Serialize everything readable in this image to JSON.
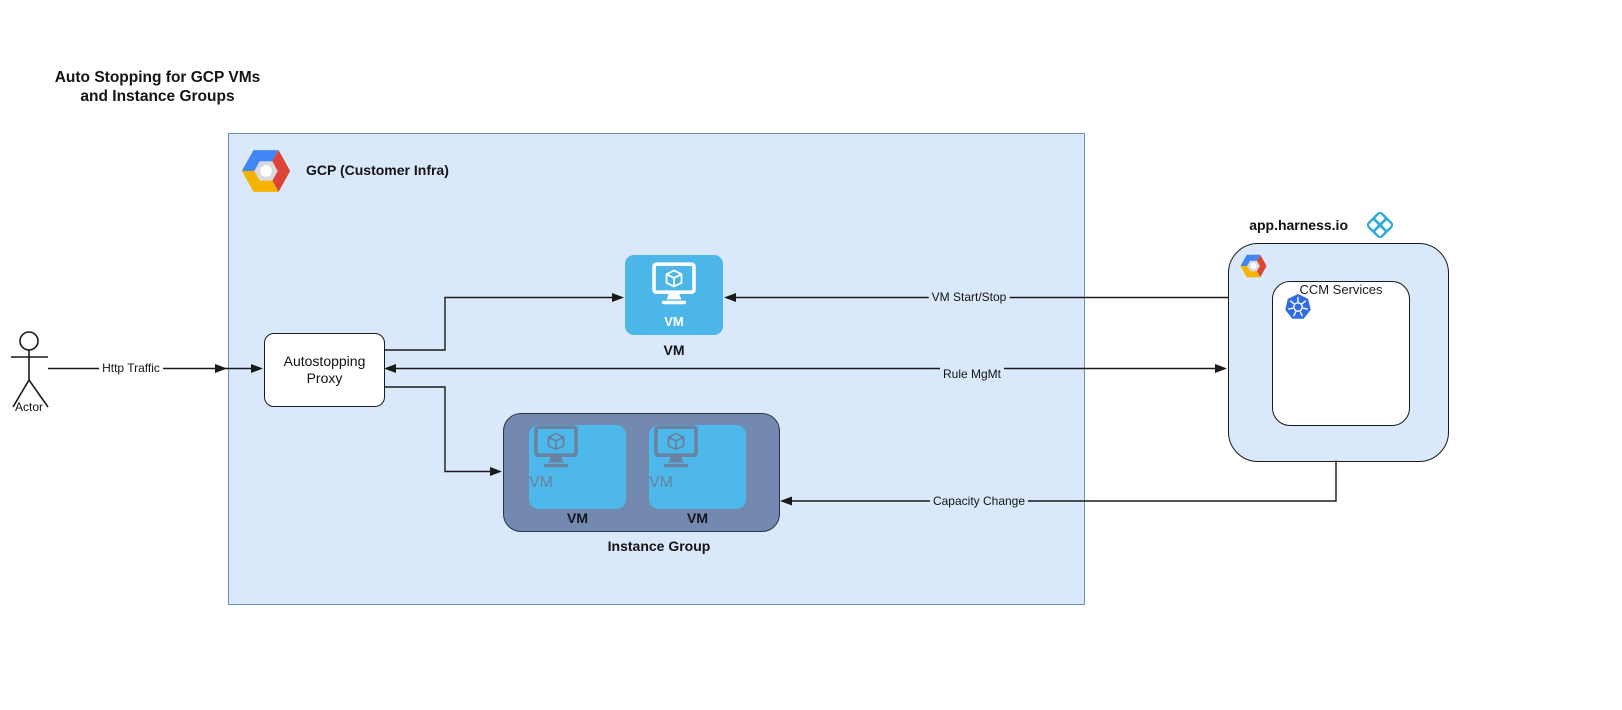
{
  "title": "Auto Stopping for GCP VMs\nand Instance Groups",
  "actor": {
    "label": "Actor"
  },
  "gcp_container": {
    "label": "GCP (Customer Infra)",
    "logo_icon": "gcp-hexagon-logo"
  },
  "proxy": {
    "label": "Autostopping\nProxy"
  },
  "vm_node": {
    "icon": "vm-monitor-icon",
    "icon_label": "VM",
    "caption": "VM"
  },
  "instance_group": {
    "caption": "Instance Group",
    "vms": [
      {
        "icon": "vm-monitor-icon",
        "icon_label": "VM",
        "caption": "VM"
      },
      {
        "icon": "vm-monitor-icon",
        "icon_label": "VM",
        "caption": "VM"
      }
    ]
  },
  "harness": {
    "label": "app.harness.io",
    "logo_icon": "harness-logo",
    "gcp_logo_icon": "gcp-hexagon-logo",
    "ccm": {
      "label": "CCM Services",
      "icon": "kubernetes-logo"
    }
  },
  "edges": {
    "http_traffic": {
      "label": "Http Traffic",
      "from": "Actor",
      "to": "Autostopping Proxy"
    },
    "vm_start_stop": {
      "label": "VM Start/Stop",
      "from": "app.harness.io",
      "to": "VM"
    },
    "rule_mgmt": {
      "label": "Rule MgMt",
      "from": "Autostopping Proxy",
      "to": "app.harness.io",
      "bidirectional": true
    },
    "capacity_change": {
      "label": "Capacity Change",
      "from": "app.harness.io",
      "to": "Instance Group"
    },
    "proxy_to_vm": {
      "label": "",
      "from": "Autostopping Proxy",
      "to": "VM"
    },
    "proxy_to_instance_group": {
      "label": "",
      "from": "Autostopping Proxy",
      "to": "Instance Group"
    }
  },
  "colors": {
    "container_fill": "#dae8fc",
    "gcp_container_border": "#6c8ebf",
    "vm_blue": "#4db6e8",
    "instance_group_fill": "#7389b0",
    "harness_logo_blue": "#2fa9e0",
    "kubernetes_blue": "#326ce5",
    "gcp_logo_blue": "#4285f4",
    "gcp_logo_red": "#db4437",
    "gcp_logo_yellow": "#f4b400",
    "line_color": "#1a1a1a"
  }
}
